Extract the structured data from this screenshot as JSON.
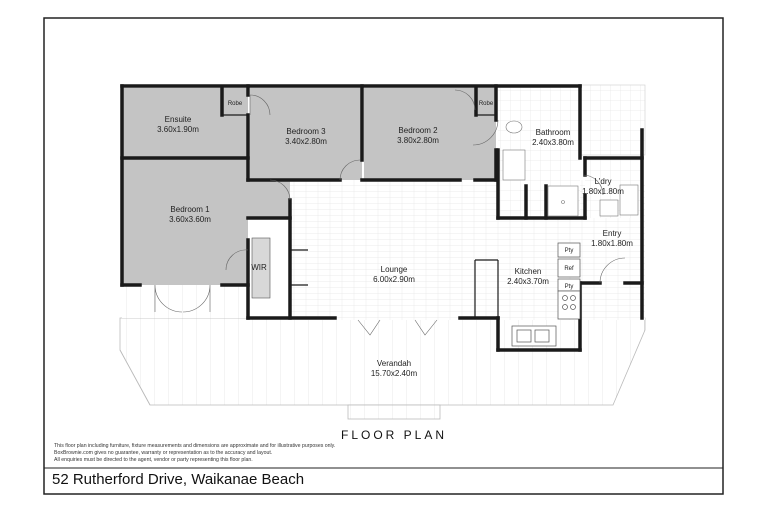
{
  "rooms": {
    "ensuite": {
      "name": "Ensuite",
      "dims": "3.60x1.90m"
    },
    "bedroom3": {
      "name": "Bedroom 3",
      "dims": "3.40x2.80m"
    },
    "bedroom2": {
      "name": "Bedroom 2",
      "dims": "3.80x2.80m"
    },
    "bathroom": {
      "name": "Bathroom",
      "dims": "2.40x3.80m"
    },
    "laundry": {
      "name": "L'dry",
      "dims": "1.80x1.80m"
    },
    "entry": {
      "name": "Entry",
      "dims": "1.80x1.80m"
    },
    "bedroom1": {
      "name": "Bedroom 1",
      "dims": "3.60x3.60m"
    },
    "lounge": {
      "name": "Lounge",
      "dims": "6.00x2.90m"
    },
    "kitchen": {
      "name": "Kitchen",
      "dims": "2.40x3.70m"
    },
    "verandah": {
      "name": "Verandah",
      "dims": "15.70x2.40m"
    }
  },
  "fixtures": {
    "robe1": "Robe",
    "robe2": "Robe",
    "wir": "WIR",
    "pantry1": "Pty",
    "fridge": "Ref",
    "pantry2": "Pty"
  },
  "plan_title": "FLOOR PLAN",
  "disclaimer": [
    "This floor plan including furniture, fixture measurements and dimensions are approximate and for illustrative purposes only.",
    "BoxBrownie.com gives no guarantee, warranty or representation as to the accuracy and layout.",
    "All enquiries must be directed to the agent, vendor or party representing this floor plan."
  ],
  "address": "52 Rutherford Drive, Waikanae Beach",
  "colors": {
    "grey_room": "#c4c4c4",
    "wall": "#1a1a1a",
    "deck_line": "#d0d0d0"
  }
}
